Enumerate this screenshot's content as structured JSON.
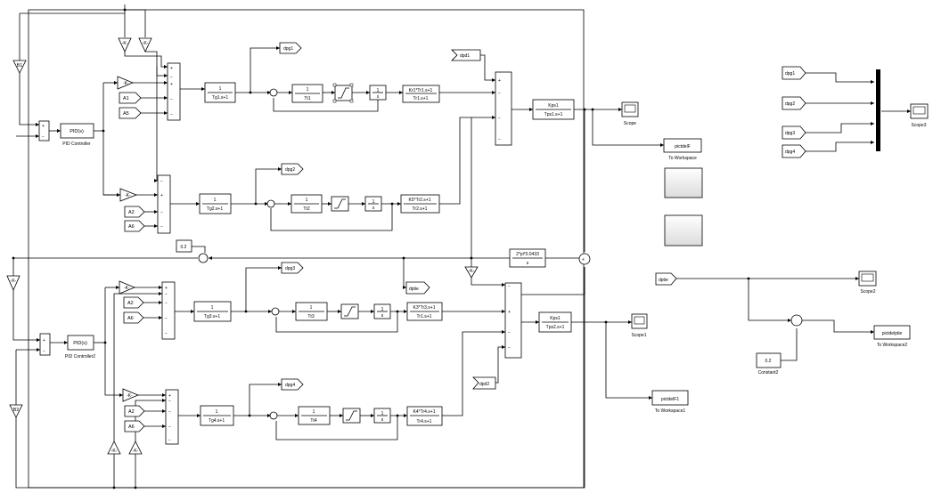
{
  "blocks": {
    "gain_b1": "B1",
    "gain_b2": "B2",
    "gain_k": "-K-",
    "const_a1": "A1",
    "const_a2": "A2",
    "const_a5": "A5",
    "const_a6": "A6",
    "pid_label": "PID(s)",
    "pid1_caption": "PID Controller",
    "pid2_caption": "PID Controller2",
    "tf_one": "1",
    "tg1": "Tg1.s+1",
    "tg2": "Tg2.s+1",
    "tg3": "Tg3.s+1",
    "tg4": "Tg4.s+1",
    "tt1": "Tt1",
    "tt2": "Tt2",
    "tt3": "Tt3",
    "tt4": "Tt4",
    "int_num": "1",
    "int_den": "s",
    "kr1_num": "Kr1*Tr1.s+1",
    "kr1_den": "Tr1.s+1",
    "kr2_num": "K5*Tr2.s+1",
    "kr2_den": "Tr2.s+1",
    "kr3_num": "K3*Tr3.s+1",
    "kr3_den": "Tr1.s+1",
    "kr4_num": "K4*Tr4.s+1",
    "kr4_den": "Tr4.s+1",
    "kps_num": "Kps1",
    "kps1_den": "Tps1.s+1",
    "kps2_den": "Tps2.s+1",
    "tie_num": "2*pi*0.0433",
    "tie_den": "s",
    "const_02": "0.2",
    "const2_caption": "Constant2",
    "dpg1": "dpg1",
    "dpg2": "dpg2",
    "dpg3": "dpg3",
    "dpg4": "dpg4",
    "dpd1": "dpd1",
    "dpd2": "dpd2",
    "dptie": "dptie",
    "scope_caption": "Scope",
    "scope1_caption": "Scope1",
    "scope2_caption": "Scope2",
    "scope3_caption": "Scope3",
    "ws_pictdelf": "pictdelF",
    "ws_pictdelf1": "pictdelF1",
    "ws_pictdelptie": "pictdelptie",
    "ws_caption": "To Workspace",
    "ws1_caption": "To Workspace1",
    "ws2_caption": "To Workspace2"
  }
}
